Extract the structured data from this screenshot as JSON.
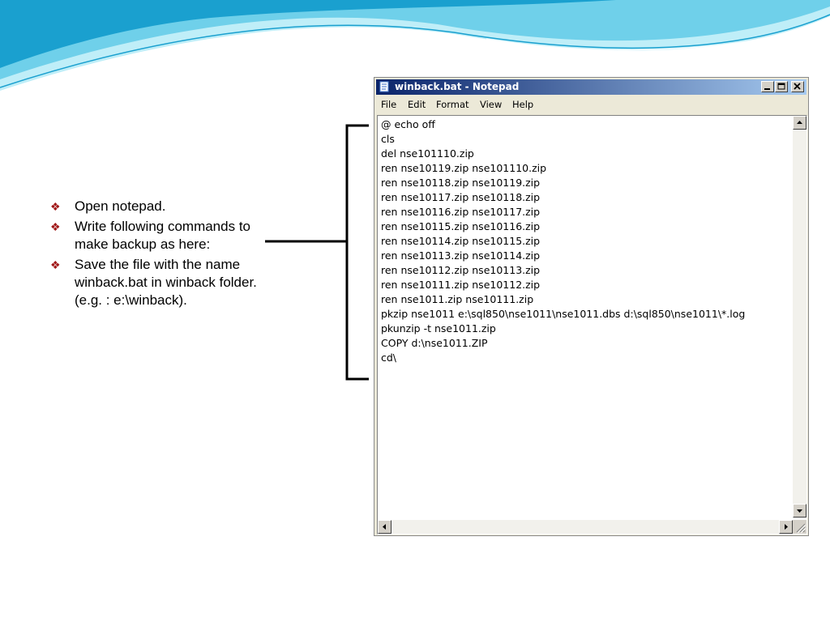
{
  "slide": {
    "bullets": [
      "Open notepad.",
      "Write following commands to make backup as here:",
      "Save the file with the name winback.bat  in winback folder. (e.g. : e:\\winback)."
    ]
  },
  "window": {
    "title": "winback.bat - Notepad",
    "menu": [
      "File",
      "Edit",
      "Format",
      "View",
      "Help"
    ],
    "content_lines": [
      "@ echo off",
      "cls",
      "del nse101110.zip",
      "ren nse10119.zip nse101110.zip",
      "ren nse10118.zip nse10119.zip",
      "ren nse10117.zip nse10118.zip",
      "ren nse10116.zip nse10117.zip",
      "ren nse10115.zip nse10116.zip",
      "ren nse10114.zip nse10115.zip",
      "ren nse10113.zip nse10114.zip",
      "ren nse10112.zip nse10113.zip",
      "ren nse10111.zip nse10112.zip",
      "ren nse1011.zip nse10111.zip",
      "pkzip nse1011 e:\\sql850\\nse1011\\nse1011.dbs d:\\sql850\\nse1011\\*.log",
      "pkunzip -t nse1011.zip",
      "COPY d:\\nse1011.ZIP",
      "cd\\"
    ]
  },
  "colors": {
    "wave_light": "#bfeef8",
    "wave_mid": "#6fd0ea",
    "wave_dark": "#1aa0cf",
    "bullet_mark": "#a01818",
    "titlebar_start": "#0a246a",
    "titlebar_end": "#a6caf0"
  }
}
